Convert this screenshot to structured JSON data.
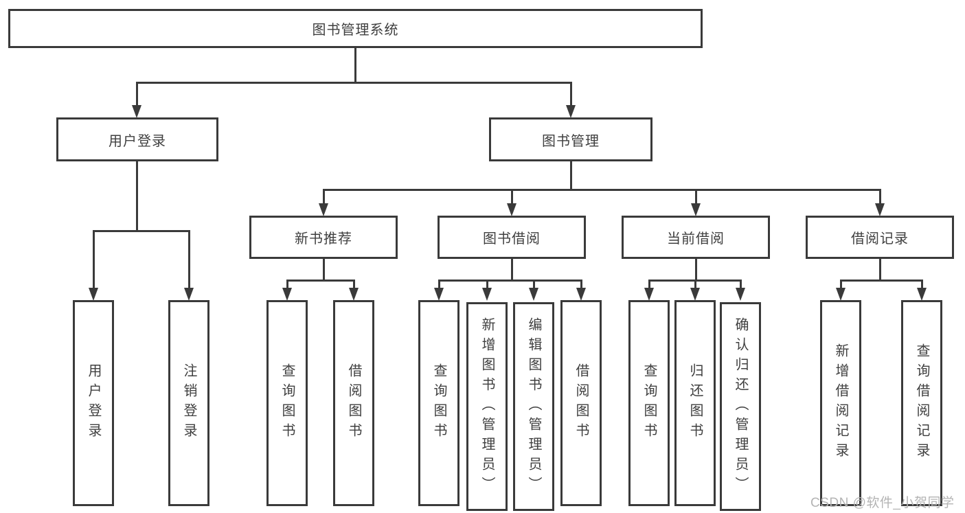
{
  "diagram": {
    "root": {
      "label": "图书管理系统"
    },
    "user_login": {
      "label": "用户登录",
      "children": [
        "用户登录",
        "注销登录"
      ]
    },
    "book_management": {
      "label": "图书管理",
      "sections": {
        "new_books": {
          "label": "新书推荐",
          "children": [
            "查询图书",
            "借阅图书"
          ]
        },
        "borrowing": {
          "label": "图书借阅",
          "children": [
            "查询图书",
            "新增图书（管理员）",
            "编辑图书（管理员）",
            "借阅图书"
          ]
        },
        "current": {
          "label": "当前借阅",
          "children": [
            "查询图书",
            "归还图书",
            "确认归还（管理员）"
          ]
        },
        "records": {
          "label": "借阅记录",
          "children": [
            "新增借阅记录",
            "查询借阅记录"
          ]
        }
      }
    },
    "watermark": "CSDN @软件_小贺同学",
    "colors": {
      "line": "#3a3a3a",
      "text": "#3f3f3f",
      "watermark": "#b4b4b4",
      "background": "#ffffff"
    }
  }
}
